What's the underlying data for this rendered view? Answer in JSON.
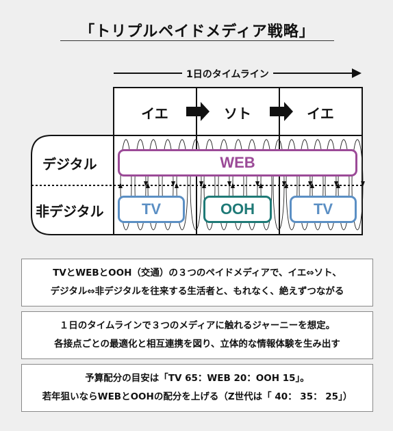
{
  "title": "「トリプルペイドメディア戦略」",
  "timeline": {
    "label": "1日のタイムライン"
  },
  "columns": [
    "イエ",
    "ソト",
    "イエ"
  ],
  "rows": [
    "デジタル",
    "非デジタル"
  ],
  "media": {
    "web": "WEB",
    "tv1": "TV",
    "ooh": "OOH",
    "tv2": "TV"
  },
  "colors": {
    "web": "#9b4a97",
    "tv": "#5b8fc4",
    "ooh": "#1f7a77"
  },
  "notes": [
    {
      "line1": "TVとWEBとOOH（交通）の３つのペイドメディアで、イエ⇔ソト、",
      "line2": "デジタル⇔非デジタルを往来する生活者と、もれなく、絶えずつながる"
    },
    {
      "line1": "１日のタイムラインで３つのメディアに触れるジャーニーを想定。",
      "line2": "各接点ごとの最適化と相互連携を図り、立体的な情報体験を生み出す"
    },
    {
      "line1": "予算配分の目安は「TV 65：WEB 20：OOH 15」。",
      "line2": "若年狙いならWEBとOOHの配分を上げる（Z世代は「 40： 35： 25」）"
    }
  ]
}
